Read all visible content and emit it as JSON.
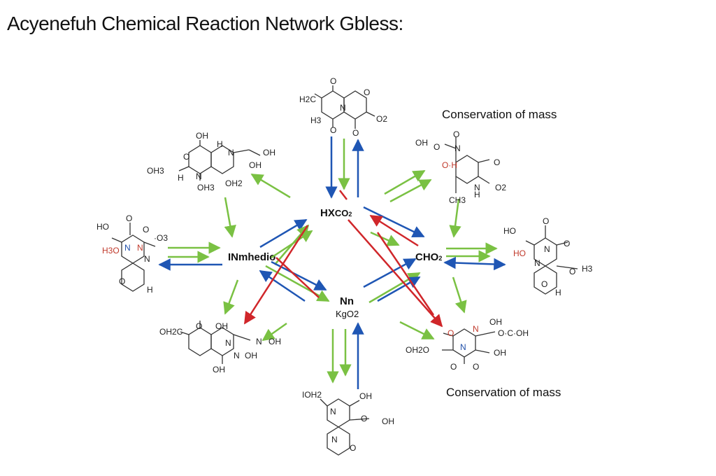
{
  "title": "Acyenefuh Chemical Reaction Network Gbless:",
  "notes": {
    "top_right": "Conservation of mass",
    "bottom_right": "Conservation of mass"
  },
  "hubs": {
    "top": {
      "main": "HX",
      "sub": "CO",
      "extra": "2"
    },
    "left": {
      "main": "INmhedio"
    },
    "right": {
      "main": "CHO",
      "sub": "2"
    },
    "center": {
      "main": "Nn",
      "sub": "KgO2"
    }
  },
  "colors": {
    "green": "#7ac143",
    "blue": "#1f56b4",
    "red": "#d0262a",
    "bond": "#333333"
  },
  "molecules": {
    "top": {
      "labels": [
        "O",
        "H2C",
        "N",
        "O",
        "H3",
        "O2",
        "O",
        "O"
      ]
    },
    "upper_left": {
      "labels": [
        "OH",
        "H",
        "N",
        "OH",
        "O",
        "OH3",
        "H",
        "OH",
        "OH2",
        "N",
        "OH3"
      ]
    },
    "upper_right": {
      "labels": [
        "OH",
        "O",
        "O",
        "N",
        "O·H",
        "O",
        "N",
        "O2",
        "CH3",
        "H"
      ]
    },
    "left": {
      "labels": [
        "HO",
        "O",
        "O",
        "·O3",
        "H3O",
        "N",
        "N",
        "N",
        "O",
        "H"
      ]
    },
    "right": {
      "labels": [
        "HO",
        "O",
        "O",
        "N",
        "HO",
        "N",
        "O",
        "H3",
        "O",
        "H"
      ]
    },
    "lower_left": {
      "labels": [
        "OH2C",
        "O",
        "OH",
        "N",
        "N",
        "OH",
        "N",
        "OH",
        "OH"
      ]
    },
    "lower_right": {
      "labels": [
        "O",
        "N",
        "N",
        "OH",
        "O·C·OH",
        "OH2O",
        "O",
        "O",
        "OH"
      ]
    },
    "bottom": {
      "labels": [
        "IOH2",
        "OH",
        "N",
        "O",
        "OH",
        "N",
        "O"
      ]
    }
  }
}
